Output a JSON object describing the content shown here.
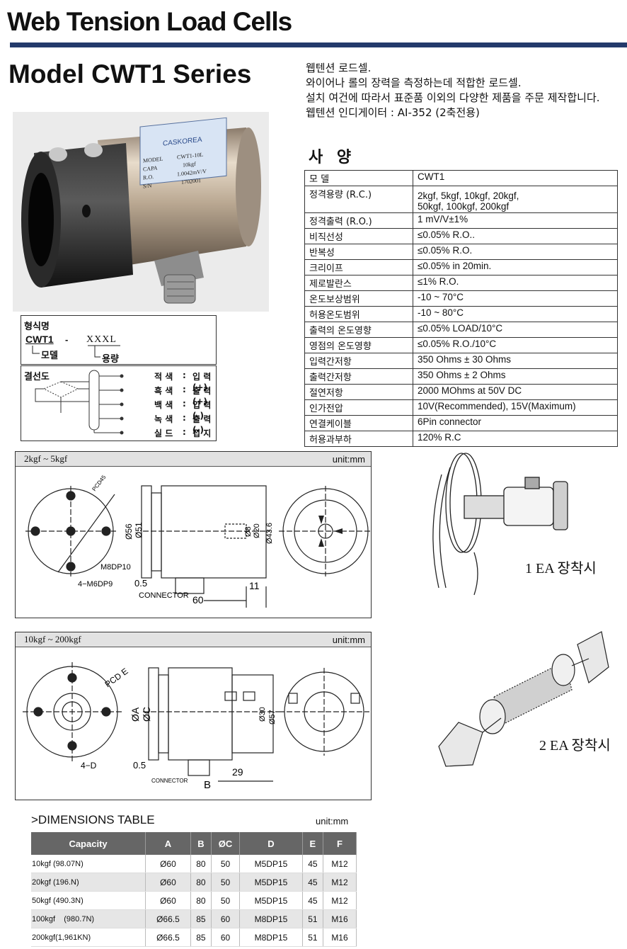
{
  "header": {
    "title": "Web Tension Load Cells",
    "model": "Model CWT1 Series"
  },
  "intro": [
    "웹텐션 로드셀.",
    "와이어나 롤의 장력을 측정하는데 적합한 로드셀.",
    "설치 여건에 따라서 표준품 이외의 다양한 제품을 주문 제작합니다.",
    "웹텐션 인디게이터 :  AI-352 (2축전용)"
  ],
  "product_label": {
    "brand": "CASKOREA",
    "rows": [
      {
        "k": "MODEL",
        "v": "CWT1-10L"
      },
      {
        "k": "CAPA",
        "v": "10kgf"
      },
      {
        "k": "R.O.",
        "v": "1.0042mV/V"
      },
      {
        "k": "S/N",
        "v": "1702001"
      }
    ]
  },
  "spec": {
    "heading": "사 양",
    "rows": [
      {
        "k": "모 델",
        "v": "CWT1"
      },
      {
        "k": "정격용량 (R.C.)",
        "v": "2kgf, 5kgf, 10kgf, 20kgf,",
        "v2": "50kgf, 100kgf, 200kgf"
      },
      {
        "k": "정격출력 (R.O.)",
        "v": "1 mV/V±1%"
      },
      {
        "k": "비직선성",
        "v": "≤0.05% R.O.."
      },
      {
        "k": "반복성",
        "v": "≤0.05% R.O."
      },
      {
        "k": "크리이프",
        "v": "≤0.05% in 20min."
      },
      {
        "k": "제로발란스",
        "v": "≤1% R.O."
      },
      {
        "k": "온도보상범위",
        "v": "-10 ~ 70°C"
      },
      {
        "k": "허용온도범위",
        "v": "-10 ~ 80°C"
      },
      {
        "k": "출력의 온도영향",
        "v": "≤0.05% LOAD/10°C"
      },
      {
        "k": "영점의 온도영향",
        "v": "≤0.05% R.O./10°C"
      },
      {
        "k": "입력간저항",
        "v": "350 Ohms ± 30 Ohms"
      },
      {
        "k": "출력간저항",
        "v": "350 Ohms ± 2 Ohms"
      },
      {
        "k": "절연저항",
        "v": "2000 MOhms at 50V DC"
      },
      {
        "k": "인가전압",
        "v": "10V(Recommended), 15V(Maximum)"
      },
      {
        "k": "연결케이블",
        "v": "6Pin connector"
      },
      {
        "k": "허용과부하",
        "v": "120% R.C"
      }
    ]
  },
  "model_code": {
    "label": "형식명",
    "code": "CWT1",
    "dash": "-",
    "suffix": "XXXL",
    "model_word": "모델",
    "capacity_word": "용량"
  },
  "wiring": {
    "label": "결선도",
    "rows": [
      {
        "color": "적 색",
        "sep": ":",
        "func": "입 력 (+)"
      },
      {
        "color": "흑 색",
        "sep": ":",
        "func": "출 력 (+)"
      },
      {
        "color": "백 색",
        "sep": ":",
        "func": "입 력 (-)"
      },
      {
        "color": "녹 색",
        "sep": ":",
        "func": "출 력 (-)"
      },
      {
        "color": "실 드",
        "sep": ":",
        "func": "접 지"
      }
    ]
  },
  "drawing1": {
    "range": "2kgf ~ 5kgf",
    "unit": "unit:mm",
    "labels": {
      "pcd": "PCD45",
      "m8": "M8DP10",
      "m6": "4−M6DP9",
      "d56": "Ø56",
      "d51": "Ø51",
      "d8": "Ø8",
      "d20": "Ø20",
      "d436": "Ø43.6",
      "gap": "0.5",
      "conn": "CONNECTOR",
      "len": "60",
      "w11": "11"
    }
  },
  "drawing2": {
    "range": "10kgf ~ 200kgf",
    "unit": "unit:mm",
    "labels": {
      "pcd": "PCD E",
      "hole": "4−D",
      "a": "ØA",
      "c": "ØC",
      "d30": "Ø30",
      "d57": "Ø57",
      "gap": "0.5",
      "conn": "CONNECTOR",
      "b": "B",
      "w29": "29"
    }
  },
  "install": {
    "one": "1 EA 장착시",
    "two": "2 EA 장착시"
  },
  "dims": {
    "heading": ">DIMENSIONS TABLE",
    "unit": "unit:mm",
    "headers": [
      "Capacity",
      "A",
      "B",
      "ØC",
      "D",
      "E",
      "F"
    ],
    "rows": [
      [
        "10kgf (98.07N)",
        "Ø60",
        "80",
        "50",
        "M5DP15",
        "45",
        "M12"
      ],
      [
        "20kgf (196.N)",
        "Ø60",
        "80",
        "50",
        "M5DP15",
        "45",
        "M12"
      ],
      [
        "50kgf (490.3N)",
        "Ø60",
        "80",
        "50",
        "M5DP15",
        "45",
        "M12"
      ],
      [
        "100kgf    (980.7N)",
        "Ø66.5",
        "85",
        "60",
        "M8DP15",
        "51",
        "M16"
      ],
      [
        "200kgf(1,961KN)",
        "Ø66.5",
        "85",
        "60",
        "M8DP15",
        "51",
        "M16"
      ]
    ]
  }
}
